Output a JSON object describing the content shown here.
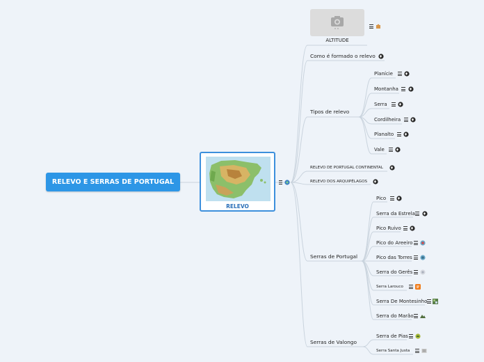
{
  "root": {
    "label": "RELEVO E SERRAS DE PORTUGAL"
  },
  "center": {
    "label": "RELEVO"
  },
  "altitude": {
    "label": "ALTITUDE"
  },
  "branches": {
    "como": "Como é formado o relevo",
    "tipos": "Tipos de relevo",
    "continental": "RELEVO DE PORTUGAL CONTINENTAL",
    "arquipelagos": "RELEVO DOS ARQUIPÉLAGOS",
    "serras_portugal": "Serras de Portugal",
    "serras_valongo": "Serras de Valongo"
  },
  "tipos": [
    "Planície",
    "Montanha",
    "Serra",
    "Cordilheira",
    "Planalto",
    "Vale"
  ],
  "serras": [
    "Pico",
    "Serra da Estrela",
    "Pico Ruivo",
    "Pico do Areeiro",
    "Pico das Torres",
    "Serra do Gerês",
    "Serra Larouco",
    "Serra De Montesinho",
    "Serra do Marão"
  ],
  "valongo": [
    "Serra de Pias",
    "Serra Santa Justa"
  ],
  "colors": {
    "accent": "#2d96e6",
    "center_border": "#3c8fdc",
    "line": "#c8d2dc",
    "background": "#eef3f9"
  }
}
